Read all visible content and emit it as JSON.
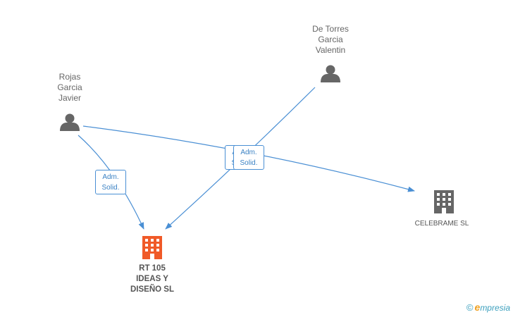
{
  "nodes": {
    "person_dt": {
      "label": "De Torres\nGarcia\nValentin"
    },
    "person_rg": {
      "label": "Rojas\nGarcia\nJavier"
    },
    "company_cel": {
      "label": "CELEBRAME SL"
    },
    "company_rt": {
      "label": "RT 105\nIDEAS Y\nDISEÑO SL"
    }
  },
  "edges": [
    {
      "label_line1": "Adm.",
      "label_line2": "Solid."
    },
    {
      "label_line1": "Adm.",
      "label_line2": "Solid."
    },
    {
      "label_line1": "Adm.",
      "label_line2": "Solid."
    }
  ],
  "colors": {
    "edge": "#4a8fd4",
    "person_icon": "#666666",
    "company_icon": "#666666",
    "main_company_icon": "#f05a28"
  },
  "brand": {
    "copyright": "©",
    "initial": "e",
    "rest": "mpresia"
  }
}
